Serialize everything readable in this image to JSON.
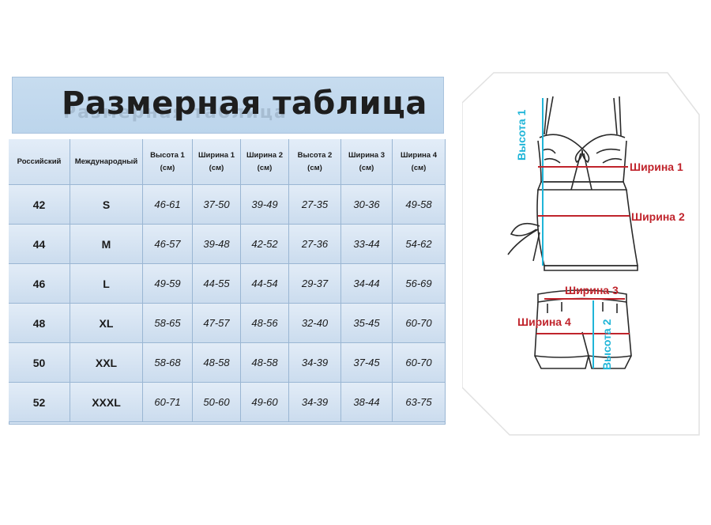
{
  "title": "Размерная таблица",
  "table": {
    "headers": [
      {
        "line1": "Российский",
        "line2": ""
      },
      {
        "line1": "Международный",
        "line2": ""
      },
      {
        "line1": "Высота 1",
        "line2": "(см)"
      },
      {
        "line1": "Ширина 1",
        "line2": "(см)"
      },
      {
        "line1": "Ширина 2",
        "line2": "(см)"
      },
      {
        "line1": "Высота 2",
        "line2": "(см)"
      },
      {
        "line1": "Ширина 3",
        "line2": "(см)"
      },
      {
        "line1": "Ширина 4",
        "line2": "(см)"
      }
    ],
    "rows": [
      [
        "42",
        "S",
        "46-61",
        "37-50",
        "39-49",
        "27-35",
        "30-36",
        "49-58"
      ],
      [
        "44",
        "M",
        "46-57",
        "39-48",
        "42-52",
        "27-36",
        "33-44",
        "54-62"
      ],
      [
        "46",
        "L",
        "49-59",
        "44-55",
        "44-54",
        "29-37",
        "34-44",
        "56-69"
      ],
      [
        "48",
        "XL",
        "58-65",
        "47-57",
        "48-56",
        "32-40",
        "35-45",
        "60-70"
      ],
      [
        "50",
        "XXL",
        "58-68",
        "48-58",
        "48-58",
        "34-39",
        "37-45",
        "60-70"
      ],
      [
        "52",
        "XXXL",
        "60-71",
        "50-60",
        "49-60",
        "34-39",
        "38-44",
        "63-75"
      ]
    ]
  },
  "diagram": {
    "height1": "Высота 1",
    "width1": "Ширина 1",
    "width2": "Ширина 2",
    "width3": "Ширина 3",
    "width4": "Ширина 4",
    "height2": "Высота 2",
    "colors": {
      "height": "#1fb5d8",
      "width": "#c0242c",
      "line": "#2a2a2a"
    }
  }
}
